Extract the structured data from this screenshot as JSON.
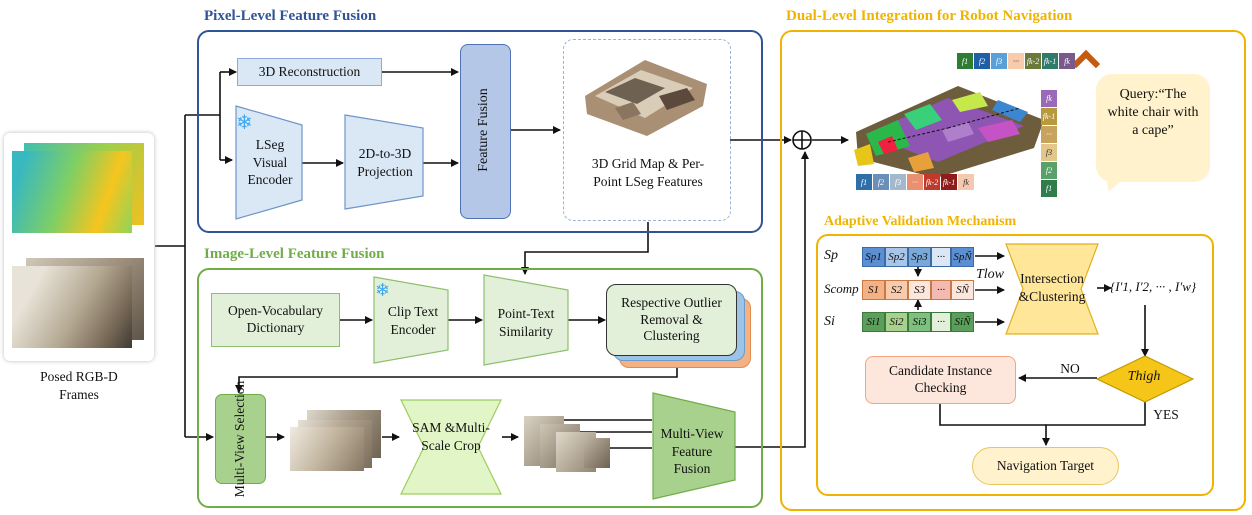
{
  "left": {
    "caption": "Posed RGB-D Frames"
  },
  "pixel_panel": {
    "title": "Pixel-Level Feature Fusion",
    "recon": "3D Reconstruction",
    "lseg": "LSeg Visual Encoder",
    "proj": "2D-to-3D Projection",
    "fusion": "Feature Fusion",
    "grid_caption": "3D Grid Map & Per-Point LSeg Features"
  },
  "image_panel": {
    "title": "Image-Level Feature Fusion",
    "vocab": "Open-Vocabulary Dictionary",
    "clip": "Clip Text Encoder",
    "similarity": "Point-Text Similarity",
    "outlier": "Respective Outlier Removal & Clustering",
    "multiview_sel": "Multi-View Selection",
    "sam": "SAM &Multi-Scale Crop",
    "mv_fusion": "Multi-View Feature Fusion"
  },
  "dual_panel": {
    "title": "Dual-Level Integration for Robot Navigation",
    "query": "Query:“The white chair with a cape”",
    "top_chips": [
      "f1",
      "f2",
      "f3",
      "···",
      "fk-2",
      "fk-1",
      "fk"
    ],
    "bottom_chips": [
      "f1",
      "f2",
      "f3",
      "···",
      "fk-2",
      "fk-1",
      "fk"
    ],
    "side_chips": [
      "fk",
      "fk-1",
      "···",
      "f3",
      "f2",
      "f1"
    ]
  },
  "adaptive": {
    "title": "Adaptive Validation Mechanism",
    "row_labels": [
      "Sp",
      "Scomp",
      "Si"
    ],
    "sp_cells": [
      "Sp1",
      "Sp2",
      "Sp3",
      "···",
      "SpÑ"
    ],
    "scomp_cells": [
      "S1",
      "S2",
      "S3",
      "···",
      "SÑ"
    ],
    "si_cells": [
      "Si1",
      "Si2",
      "Si3",
      "···",
      "SiÑ"
    ],
    "t_low": "Tlow",
    "intersection": "Intersection &Clustering",
    "set": "{I′1, I′2, ··· , I′w}",
    "t_high": "Thigh",
    "candidate": "Candidate Instance Checking",
    "no": "NO",
    "yes": "YES",
    "target": "Navigation Target"
  },
  "colors": {
    "blue_panel": "#2f5597",
    "green_panel": "#70ad47",
    "orange_panel": "#f0b400",
    "blue_box": "#dae8f6",
    "green_box": "#e2f0d9",
    "yellow_box": "#fff2cc",
    "peach_box": "#fde6dc"
  }
}
